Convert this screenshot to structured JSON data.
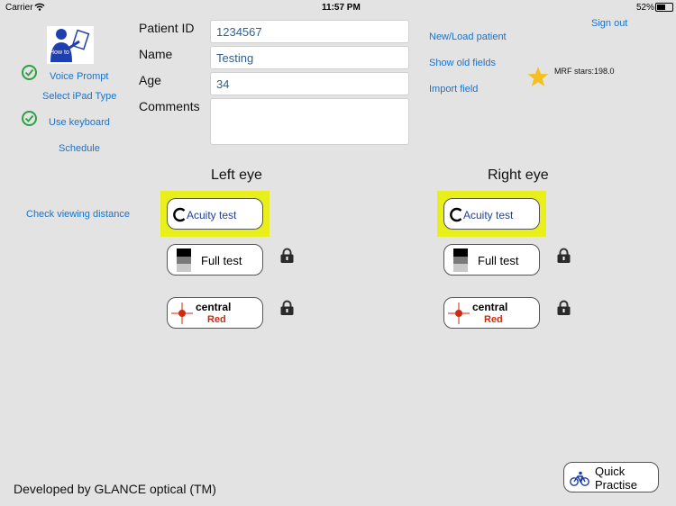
{
  "status_bar": {
    "carrier": "Carrier",
    "time": "11:57 PM",
    "battery": "52%"
  },
  "sidebar": {
    "logo_text": "How to",
    "voice_prompt": "Voice Prompt",
    "select_ipad": "Select iPad Type",
    "use_keyboard": "Use keyboard",
    "schedule": "Schedule",
    "check_distance": "Check viewing distance"
  },
  "form": {
    "patient_id_label": "Patient ID",
    "patient_id": "1234567",
    "name_label": "Name",
    "name": "Testing",
    "age_label": "Age",
    "age": "34",
    "comments_label": "Comments",
    "comments": ""
  },
  "actions": {
    "new_load": "New/Load patient",
    "show_old": "Show old fields",
    "import_field": "Import field",
    "sign_out": "Sign out",
    "mrf_stars": "MRF stars:198.0"
  },
  "left_eye": {
    "title": "Left eye",
    "acuity": "Acuity test",
    "full": "Full test",
    "central": "central",
    "central_color": "Red"
  },
  "right_eye": {
    "title": "Right eye",
    "acuity": "Acuity test",
    "full": "Full test",
    "central": "central",
    "central_color": "Red"
  },
  "footer": {
    "developer": "Developed by GLANCE optical (TM)",
    "quick_1": "Quick",
    "quick_2": "Practise"
  },
  "colors": {
    "link": "#1a73c9",
    "highlight": "#e8ef1a",
    "red_label": "#cc2b12",
    "check": "#2ea043",
    "star": "#f4c020"
  },
  "icons": [
    "wifi-icon",
    "battery-icon",
    "how-to-logo",
    "check-icon",
    "star-icon",
    "lock-icon",
    "acuity-c-icon",
    "full-test-icon",
    "central-crosshair-icon",
    "bicycle-icon"
  ]
}
